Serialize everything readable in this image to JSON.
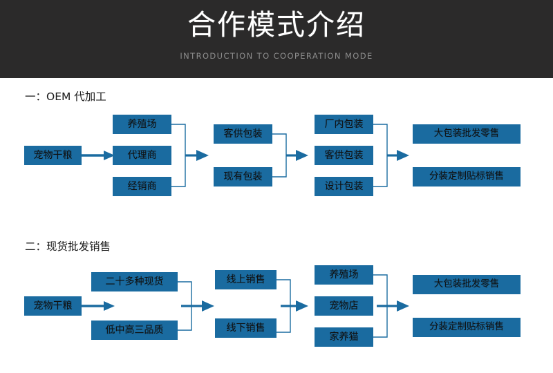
{
  "banner": {
    "title": "合作模式介绍",
    "subtitle": "INTRODUCTION TO COOPERATION MODE",
    "bg_color": "#2b2a2a",
    "title_color": "#ffffff",
    "subtitle_color": "#8d8d8d"
  },
  "theme": {
    "box_fill": "#1a6ba0",
    "line_color": "#1a6ba0",
    "text_color": "#101010",
    "page_bg": "#ffffff"
  },
  "sections": [
    {
      "heading": "一：OEM 代加工",
      "columns": [
        {
          "name": "source",
          "items": [
            "宠物干粮"
          ]
        },
        {
          "name": "channel",
          "items": [
            "养殖场",
            "代理商",
            "经销商"
          ]
        },
        {
          "name": "packaging-source",
          "items": [
            "客供包装",
            "现有包装"
          ]
        },
        {
          "name": "packaging-type",
          "items": [
            "厂内包装",
            "客供包装",
            "设计包装"
          ]
        },
        {
          "name": "sales",
          "items": [
            "大包装批发零售",
            "分装定制贴标销售"
          ]
        }
      ]
    },
    {
      "heading": "二：现货批发销售",
      "columns": [
        {
          "name": "source",
          "items": [
            "宠物干粮"
          ]
        },
        {
          "name": "stock",
          "items": [
            "二十多种现货",
            "低中高三品质"
          ]
        },
        {
          "name": "sales-channel",
          "items": [
            "线上销售",
            "线下销售"
          ]
        },
        {
          "name": "customer",
          "items": [
            "养殖场",
            "宠物店",
            "家养猫"
          ]
        },
        {
          "name": "sales",
          "items": [
            "大包装批发零售",
            "分装定制贴标销售"
          ]
        }
      ]
    }
  ]
}
